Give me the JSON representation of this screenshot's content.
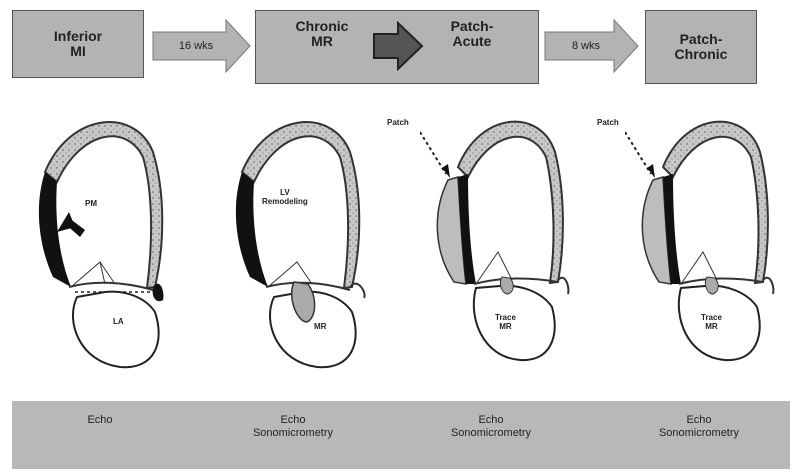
{
  "stages": [
    {
      "label": "Inferior\nMI"
    },
    {
      "label": "Chronic\nMR"
    },
    {
      "label": "Patch-\nAcute"
    },
    {
      "label": "Patch-\nChronic"
    }
  ],
  "transitions": [
    {
      "label": "16 wks"
    },
    {
      "label": "8 wks"
    }
  ],
  "diagram_labels": {
    "pm": "PM",
    "la": "LA",
    "lv_remodeling": "LV\nRemodeling",
    "mr": "MR",
    "patch_1": "Patch",
    "patch_2": "Patch",
    "trace_mr_1": "Trace\nMR",
    "trace_mr_2": "Trace\nMR"
  },
  "measurements": [
    {
      "label": "Echo"
    },
    {
      "label": "Echo\nSonomicrometry"
    },
    {
      "label": "Echo\nSonomicrometry"
    },
    {
      "label": "Echo\nSonomicrometry"
    }
  ],
  "colors": {
    "box_fill": "#b3b3b3",
    "arrow_fill": "#b3b3b3",
    "dark_arrow_fill": "#555555",
    "patch_fill": "#bdbdbd",
    "bottom_band": "#b8b8b8"
  }
}
